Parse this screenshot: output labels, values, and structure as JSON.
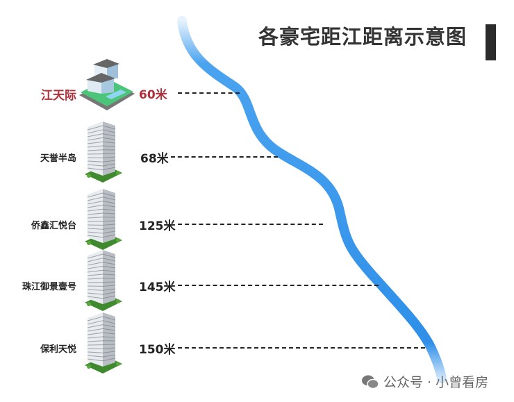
{
  "title": "各豪宅距江距离示意图",
  "colors": {
    "river": "#2f8fe8",
    "highlight": "#b0303a",
    "text": "#222222"
  },
  "projects": [
    {
      "name": "江天际",
      "distance": "60米",
      "distance_m": 60,
      "highlight": true,
      "icon": "villa-icon"
    },
    {
      "name": "天誉半岛",
      "distance": "68米",
      "distance_m": 68,
      "highlight": false,
      "icon": "tower-icon"
    },
    {
      "name": "侨鑫汇悦台",
      "distance": "125米",
      "distance_m": 125,
      "highlight": false,
      "icon": "tower-icon"
    },
    {
      "name": "珠江御景壹号",
      "distance": "145米",
      "distance_m": 145,
      "highlight": false,
      "icon": "tower-icon"
    },
    {
      "name": "保利天悦",
      "distance": "150米",
      "distance_m": 150,
      "highlight": false,
      "icon": "tower-icon"
    }
  ],
  "watermark": "公众号 · 小曾看房"
}
